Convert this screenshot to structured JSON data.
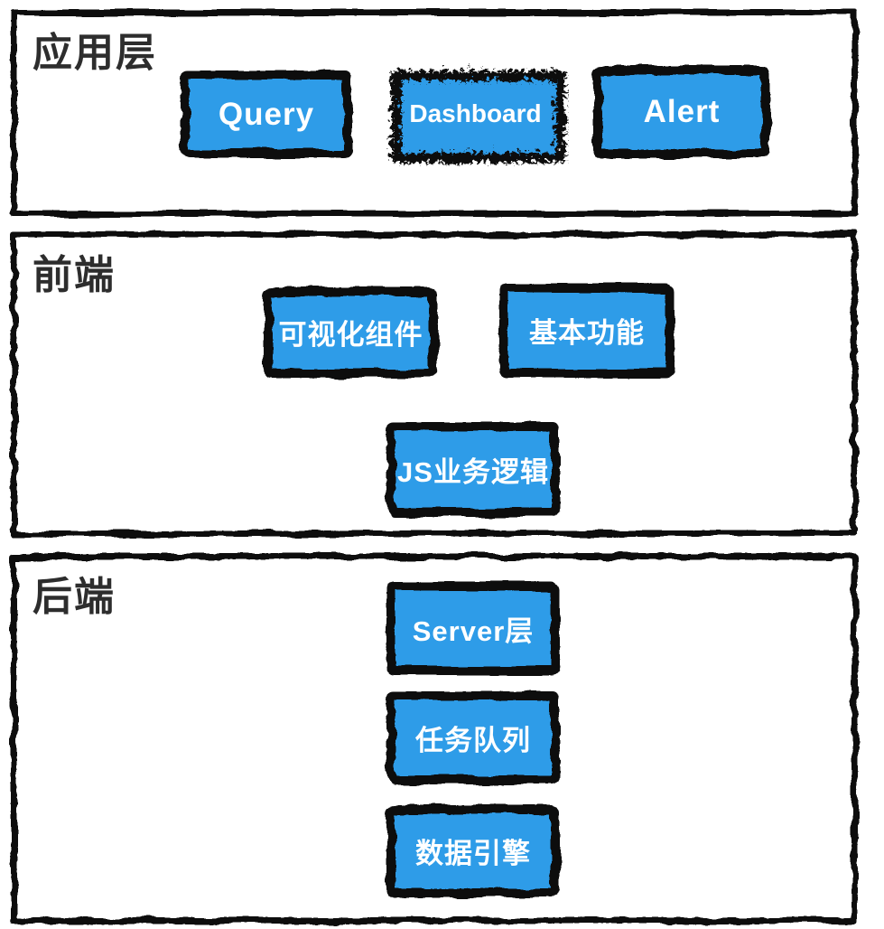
{
  "diagram": {
    "style": {
      "node_fill": "#2d9ce8",
      "ink_color": "#101010",
      "title_color": "#2d2d2d",
      "label_color": "#ffffff",
      "background": "#ffffff"
    },
    "sections": [
      {
        "title": "应用层",
        "boxes": [
          {
            "label": "Query"
          },
          {
            "label": "Dashboard"
          },
          {
            "label": "Alert"
          }
        ]
      },
      {
        "title": "前端",
        "boxes": [
          {
            "label": "可视化组件"
          },
          {
            "label": "基本功能"
          },
          {
            "label": "JS业务逻辑"
          }
        ]
      },
      {
        "title": "后端",
        "boxes": [
          {
            "label": "Server层"
          },
          {
            "label": "任务队列"
          },
          {
            "label": "数据引擎"
          }
        ]
      }
    ]
  }
}
